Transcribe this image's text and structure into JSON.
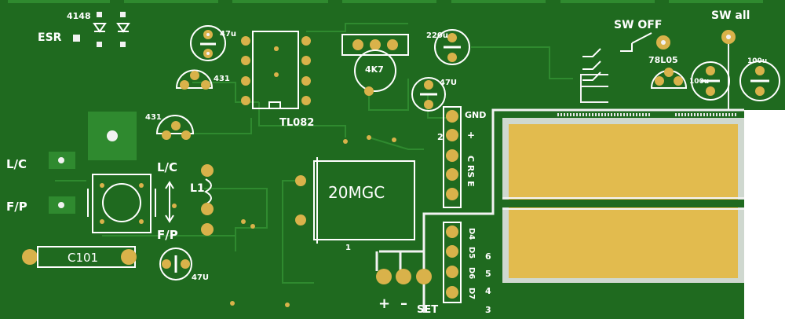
{
  "board": {
    "colors": {
      "pcb": "#1f6a1f",
      "trace": "#2f8a2f",
      "pad": "#d9b24a",
      "pad_hole": "#f2f2f2",
      "silk": "#ffffff",
      "gold": "#e2bb4e",
      "bg": "#ffffff"
    },
    "labels": {
      "diode_code": "4148",
      "esr": "ESR",
      "cap_47u_top": "47u",
      "reg_431_top": "431",
      "reg_431_left": "431",
      "opamp": "TL082",
      "pot": "4K7",
      "cap_220u": "220u",
      "cap_47u_mid": "47U",
      "sw_off": "SW OFF",
      "sw_all": "SW all",
      "regulator": "78L05",
      "cap_100u_a": "100u",
      "cap_100u_b": "100u",
      "lc": "L/C",
      "fp": "F/P",
      "toggle_top": "L/C",
      "toggle_bottom": "F/P",
      "inductor": "L1",
      "crystal": "20MGC",
      "crystal_pin": "1",
      "gnd": "GND",
      "plus_small": "+",
      "num_2": "2",
      "c_rs_e": "C RS E",
      "d4": "D4",
      "d5": "D5",
      "d6": "D6",
      "d7": "D7",
      "num_6": "6",
      "num_5": "5",
      "num_4": "4",
      "num_3": "3",
      "resistor": "C101",
      "cap_47u_bottom": "47U",
      "btn_plus": "+",
      "btn_minus": "–",
      "btn_set": "SET"
    }
  }
}
